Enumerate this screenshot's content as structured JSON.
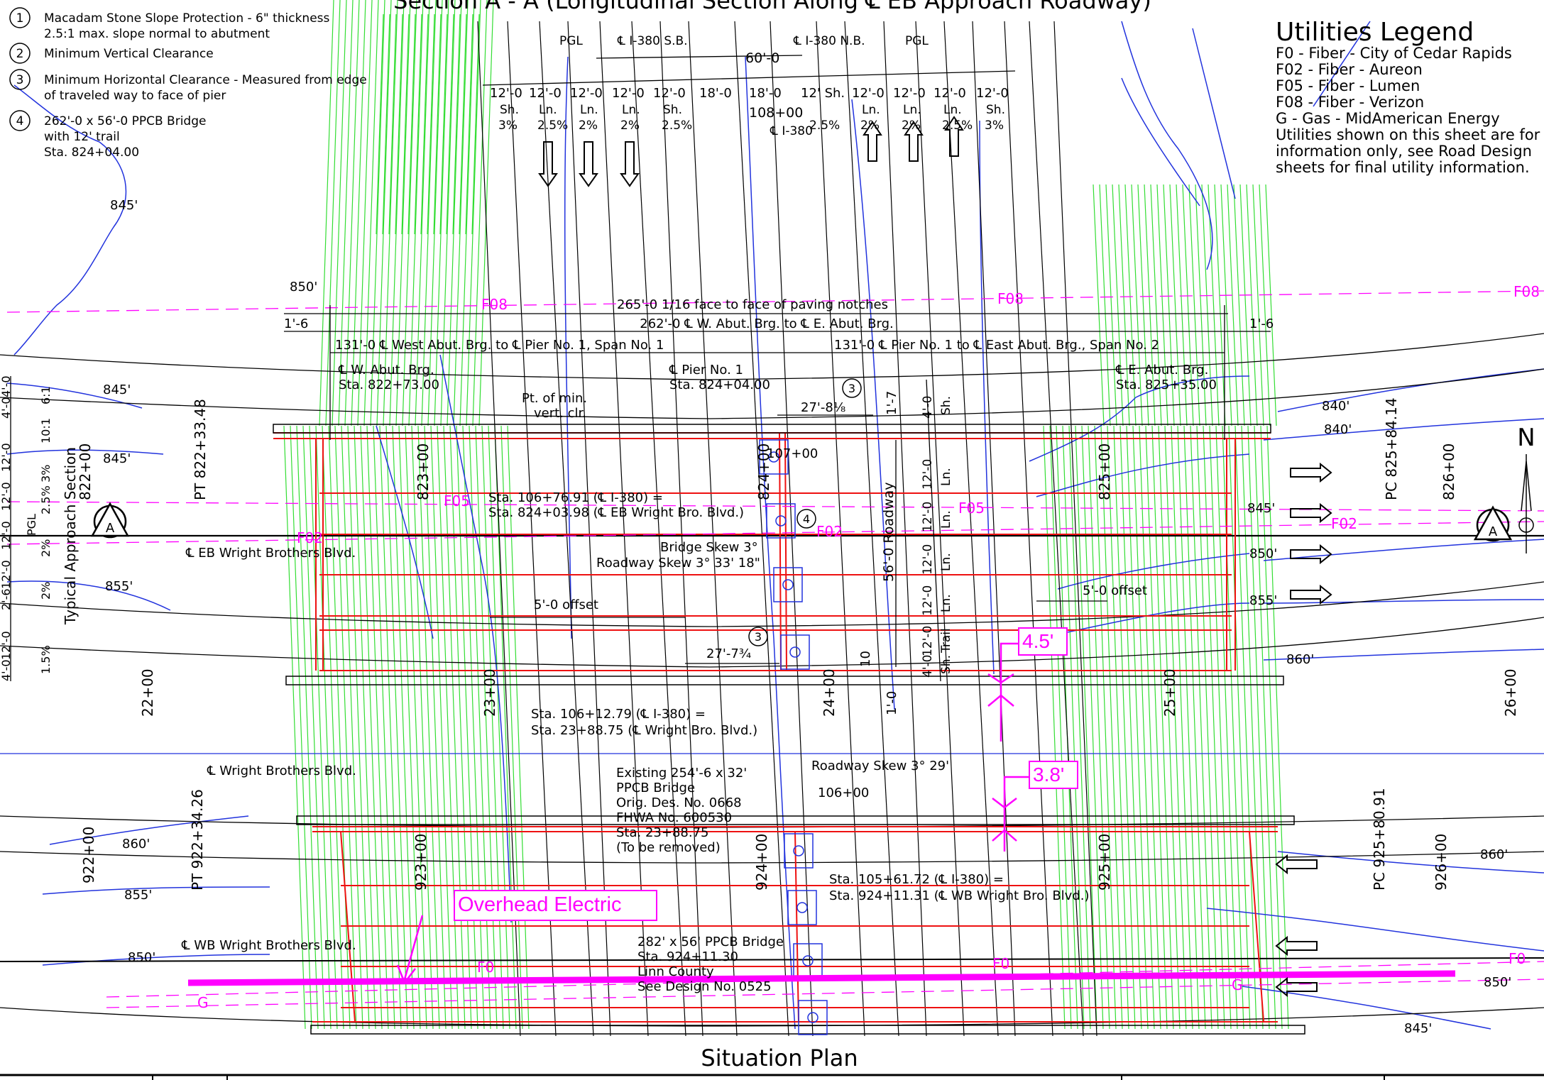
{
  "header": {
    "section_title": "Section A - A (Longitudinal Section Along ℄ EB Approach Roadway)"
  },
  "notes": [
    {
      "num": "1",
      "lines": [
        "Macadam Stone Slope Protection - 6\" thickness",
        "2.5:1 max. slope normal to abutment"
      ]
    },
    {
      "num": "2",
      "lines": [
        "Minimum Vertical Clearance"
      ]
    },
    {
      "num": "3",
      "lines": [
        "Minimum Horizontal Clearance - Measured from edge",
        "of traveled way to face of pier"
      ]
    },
    {
      "num": "4",
      "lines": [
        "262'-0 x 56'-0 PPCB Bridge",
        "with 12' trail",
        "Sta. 824+04.00"
      ]
    }
  ],
  "legend": {
    "title": "Utilities Legend",
    "items": [
      "F0  - Fiber - City of Cedar Rapids",
      "F02 - Fiber - Aureon",
      "F05 - Fiber - Lumen",
      "F08 - Fiber - Verizon",
      "G    - Gas - MidAmerican Energy"
    ],
    "footnote": [
      "Utilities shown on this sheet are for",
      "information only, see Road Design",
      "sheets for final utility information."
    ]
  },
  "typical_section": {
    "pgl_sb": "PGL",
    "cl_sb": "℄ I-380 S.B.",
    "cl_nb": "℄ I-380 N.B.",
    "pgl_nb": "PGL",
    "total": "60'-0",
    "lanes": [
      {
        "w": "12'-0",
        "name": "Sh.",
        "slope": "3%"
      },
      {
        "w": "12'-0",
        "name": "Ln.",
        "slope": "2.5%"
      },
      {
        "w": "12'-0",
        "name": "Ln.",
        "slope": "2%"
      },
      {
        "w": "12'-0",
        "name": "Ln.",
        "slope": "2%"
      },
      {
        "w": "12'-0",
        "name": "Sh.",
        "slope": "2.5%"
      },
      {
        "w": "18'-0",
        "name": "",
        "slope": ""
      },
      {
        "w": "18'-0",
        "name": "",
        "slope": ""
      },
      {
        "w": "12' Sh.",
        "name": "",
        "slope": "2.5%"
      },
      {
        "w": "12'-0",
        "name": "Ln.",
        "slope": "2%"
      },
      {
        "w": "12'-0",
        "name": "Ln.",
        "slope": "2%"
      },
      {
        "w": "12'-0",
        "name": "Ln.",
        "slope": "2.5%"
      },
      {
        "w": "12'-0",
        "name": "Sh.",
        "slope": "3%"
      }
    ],
    "station": "108+00",
    "cl_label": "℄ I-380"
  },
  "dimensions": {
    "overall": "265'-0 1/16  face to face of paving notches",
    "abut_to_abut": "262'-0 ℄ W. Abut. Brg. to ℄ E. Abut. Brg.",
    "span1": "131'-0 ℄ West Abut. Brg. to ℄ Pier No. 1, Span No. 1",
    "span2": "131'-0 ℄ Pier No. 1 to ℄ East Abut. Brg., Span No. 2",
    "end_left": "1'-6",
    "end_right": "1'-6",
    "pier_clear_top": "27'-8⅛",
    "pier_clear_bottom": "27'-7¾",
    "offset_left": "5'-0 offset",
    "offset_right": "5'-0 offset",
    "v1": "1'-7",
    "v2": "1'-0",
    "v3": "10"
  },
  "bearings": {
    "west_label": "℄ W. Abut. Brg.",
    "west_sta": "Sta. 822+73.00",
    "pier_label": "℄ Pier No. 1",
    "pier_sta": "Sta. 824+04.00",
    "east_label": "℄ E. Abut. Brg.",
    "east_sta": "Sta. 825+35.00"
  },
  "plan_labels": {
    "min_clr": [
      "Pt. of min.",
      "vert. clr."
    ],
    "sta_eb": [
      "Sta. 106+76.91 (℄ I-380) =",
      "Sta. 824+03.98 (℄ EB Wright Bro. Blvd.)"
    ],
    "bridge_skew": "Bridge Skew 3°",
    "roadway_skew": "Roadway Skew 3° 33' 18\"",
    "eb_road": "℄ EB Wright Brothers Blvd.",
    "wright_road": "℄ Wright Brothers Blvd.",
    "wb_road": "℄ WB Wright Brothers Blvd.",
    "sta_wright": [
      "Sta. 106+12.79 (℄ I-380) =",
      "Sta. 23+88.75 (℄ Wright Bro. Blvd.)"
    ],
    "existing": [
      "Existing 254'-6 x 32'",
      "PPCB Bridge",
      "Orig. Des. No. 0668",
      "FHWA No. 600530",
      "Sta. 23+88.75",
      "(To be removed)"
    ],
    "roadway_skew2": "Roadway Skew 3° 29'",
    "sta_106": "106+00",
    "sta_107": "107+00",
    "sta_wb": [
      "Sta. 105+61.72 (℄ I-380) =",
      "Sta. 924+11.31 (℄ WB Wright Bro. Blvd.)"
    ],
    "wb_bridge": [
      "282' x 56' PPCB Bridge",
      "Sta. 924+11.30",
      "Linn County",
      "See Design No. 0525"
    ],
    "roadway_56": "56'-0 Roadway",
    "typical_approach": "Typical Approach Section",
    "situation_plan": "Situation Plan",
    "overhead": "Overhead Electric",
    "clear_45": "4.5'",
    "clear_38": "3.8'",
    "north": "N",
    "section_mark": "A",
    "pt_822": "PT 822+33.48",
    "sta_822": "822+00",
    "sta_823": "823+00",
    "sta_824": "824+00",
    "sta_825": "825+00",
    "sta_826": "826+00",
    "pc_825": "PC 825+84.14",
    "sta_22": "22+00",
    "sta_23": "23+00",
    "sta_24": "24+00",
    "sta_25": "25+00",
    "sta_26": "26+00",
    "sta_922": "922+00",
    "pt_922": "PT 922+34.26",
    "sta_923": "923+00",
    "sta_924": "924+00",
    "sta_925": "925+00",
    "pc_925": "PC 925+80.91",
    "sta_926": "926+00"
  },
  "right_dims": [
    {
      "d": "4'-0",
      "n": "Sh."
    },
    {
      "d": "12'-0",
      "n": "Ln."
    },
    {
      "d": "12'-0",
      "n": "Ln."
    },
    {
      "d": "12'-0",
      "n": "Ln."
    },
    {
      "d": "12'-0",
      "n": "Ln."
    },
    {
      "d": "12'-0",
      "n": "Trail"
    },
    {
      "d": "4'-0",
      "n": "Sh."
    }
  ],
  "left_dims": [
    "4'-0",
    "4'-0",
    "12'-0",
    "12'-0",
    "12'-0",
    "12'-0",
    "2'-6",
    "12'-0",
    "4'-0"
  ],
  "left_slopes": [
    "6:1",
    "10:1",
    "3%",
    "2.5%",
    "PGL",
    "2%",
    "2%",
    "1.5%"
  ],
  "utilities": {
    "f08": "F08",
    "f05": "F05",
    "f02": "F02",
    "f0": "F0",
    "g": "G"
  },
  "contours": {
    "c840": "840'",
    "c845": "845'",
    "c850": "850'",
    "c855": "855'",
    "c860": "860'"
  },
  "colors": {
    "contour_green": "#33dd33",
    "contour_blue": "#2233dd",
    "bridge_red": "#ee1111",
    "utility_magenta": "#ff00ff"
  }
}
